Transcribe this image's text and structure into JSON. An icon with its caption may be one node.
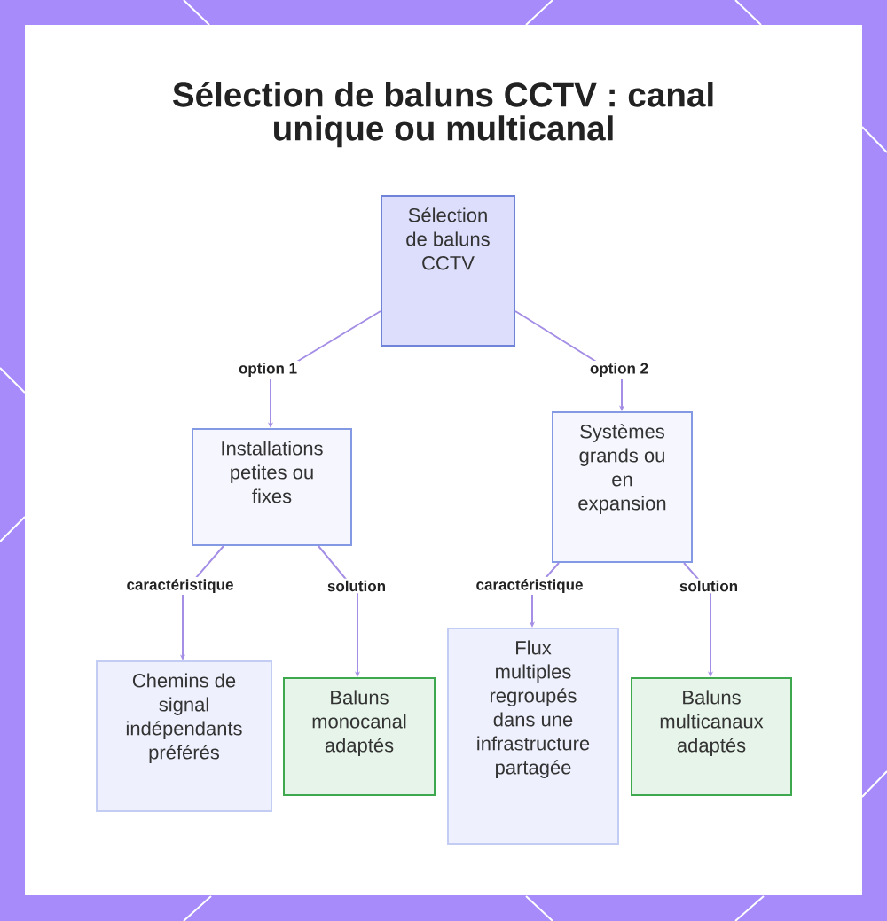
{
  "diagram": {
    "title": "Sélection de baluns CCTV : canal unique ou multicanal",
    "nodes": [
      {
        "text": [
          "Sélection de baluns CCTV"
        ]
      },
      {
        "text": [
          "Installations petites ou fixes"
        ]
      },
      {
        "text": [
          "Systèmes grands ou en expansion"
        ]
      },
      {
        "text": [
          "Chemins de signal indépendants préférés"
        ]
      },
      {
        "text": [
          "Baluns monocanal adaptés"
        ]
      },
      {
        "text": [
          "Flux multiples regroupés dans une infrastructure partagée"
        ]
      },
      {
        "text": [
          "Baluns multicanaux adaptés"
        ]
      }
    ],
    "edges": [
      {
        "from": 0,
        "to": 1,
        "arrow": "to",
        "label": "option 1"
      },
      {
        "from": 0,
        "to": 2,
        "arrow": "to",
        "label": "option 2"
      },
      {
        "from": 1,
        "to": 3,
        "arrow": "to",
        "label": "caractéristique"
      },
      {
        "from": 1,
        "to": 4,
        "arrow": "to",
        "label": "solution"
      },
      {
        "from": 2,
        "to": 5,
        "arrow": "to",
        "label": "caractéristique"
      },
      {
        "from": 2,
        "to": 6,
        "arrow": "to",
        "label": "solution"
      }
    ]
  }
}
